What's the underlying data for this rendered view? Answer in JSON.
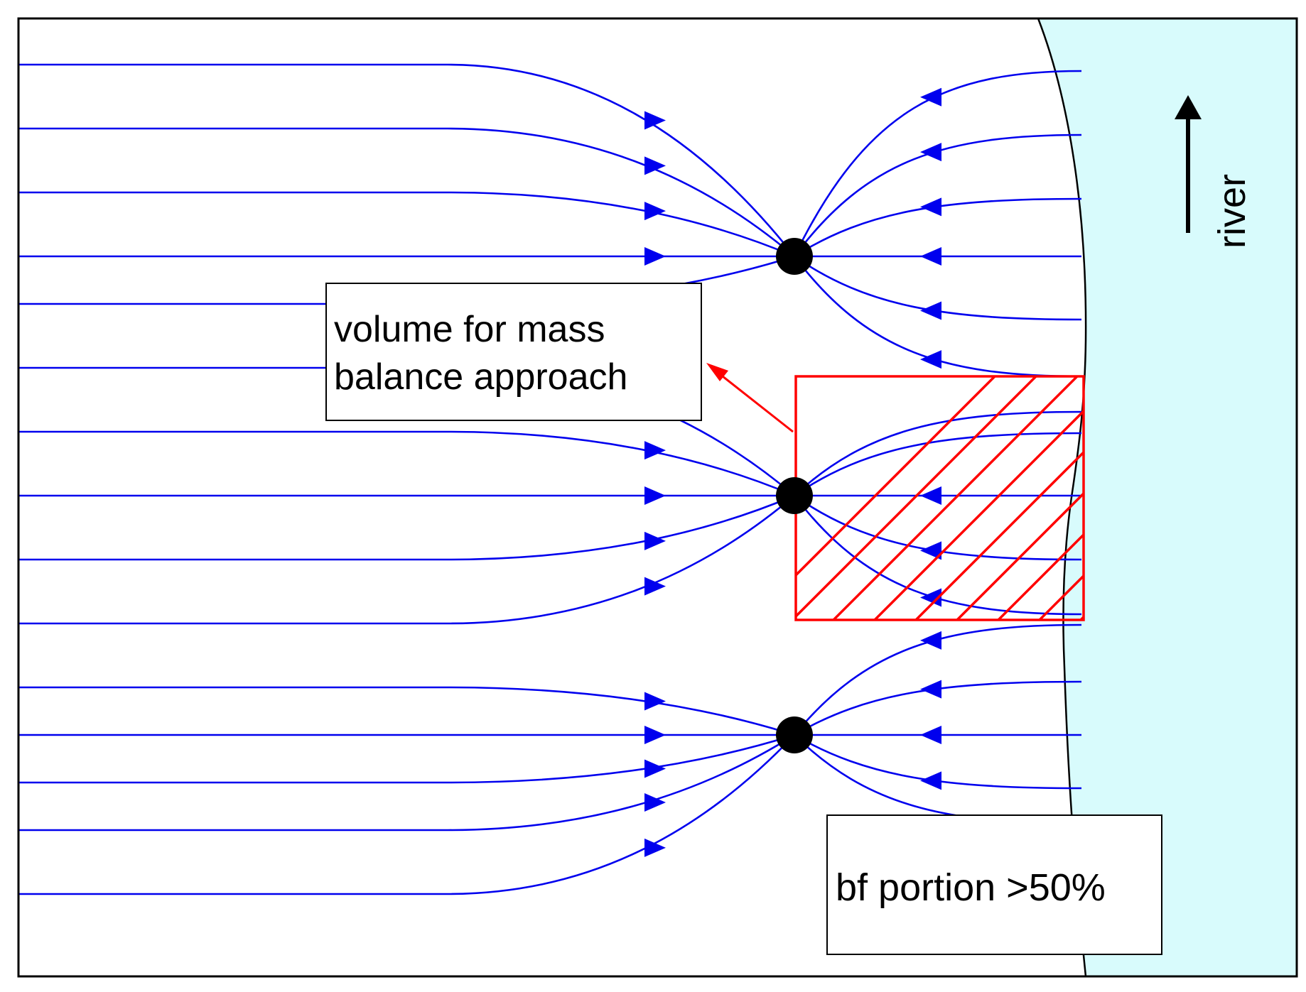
{
  "labels": {
    "volume_line1": "volume for mass",
    "volume_line2": "balance approach",
    "bf_portion": "bf portion >50%",
    "river": "river"
  },
  "colors": {
    "streamline": "#0000ee",
    "river_fill": "#d8fbfc",
    "hatch": "#ff0000",
    "well": "#000000",
    "frame": "#000000"
  },
  "wells": [
    {
      "id": "well-top"
    },
    {
      "id": "well-middle"
    },
    {
      "id": "well-bottom"
    }
  ]
}
